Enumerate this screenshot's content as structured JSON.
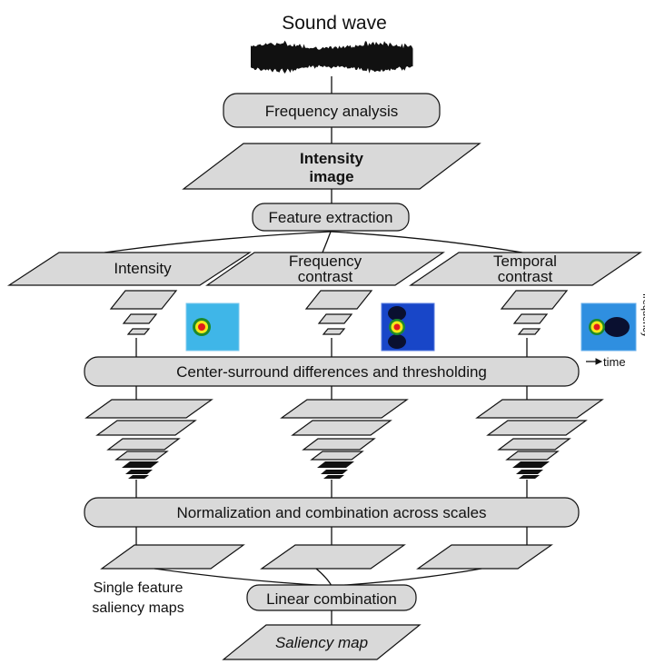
{
  "title": "Sound wave",
  "stages": {
    "frequency_analysis": "Frequency analysis",
    "intensity_image_line1": "Intensity",
    "intensity_image_line2": "image",
    "feature_extraction": "Feature extraction",
    "center_surround": "Center-surround differences and thresholding",
    "normalization": "Normalization and combination across scales",
    "linear_combination": "Linear combination",
    "saliency_map": "Saliency map"
  },
  "features": [
    {
      "line1": "Intensity",
      "line2": ""
    },
    {
      "line1": "Frequency",
      "line2": "contrast"
    },
    {
      "line1": "Temporal",
      "line2": "contrast"
    }
  ],
  "side_labels": {
    "single_feature_line1": "Single feature",
    "single_feature_line2": "saliency maps",
    "time_axis": "time",
    "frequency_axis": "frequency"
  },
  "filter_kernels": [
    {
      "name": "intensity-filter",
      "bg": "#3fb6e8"
    },
    {
      "name": "frequency-contrast-filter",
      "bg": "#1846c8"
    },
    {
      "name": "temporal-contrast-filter",
      "bg": "#2f8fe0"
    }
  ],
  "colors": {
    "box_fill": "#d9d9d9",
    "outline": "#111111"
  }
}
